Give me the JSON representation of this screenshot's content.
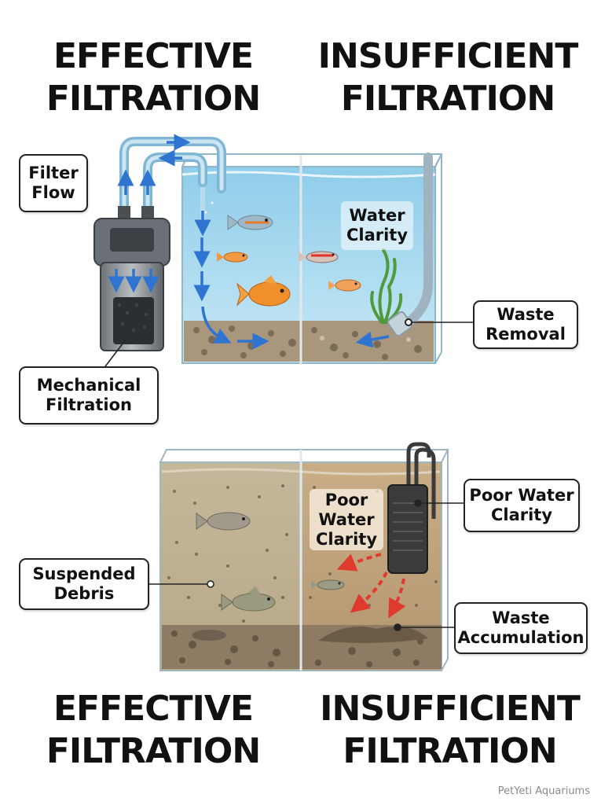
{
  "headings": {
    "top_left": [
      "EFFECTIVE",
      "FILTRATION"
    ],
    "top_right": [
      "INSUFFICIENT",
      "FILTRATION"
    ],
    "bottom_left": [
      "EFFECTIVE",
      "FILTRATION"
    ],
    "bottom_right": [
      "INSUFFICIENT",
      "FILTRATION"
    ]
  },
  "labels": {
    "filter_flow": [
      "Filter",
      "Flow"
    ],
    "mechanical_filtration": [
      "Mechanical",
      "Filtration"
    ],
    "water_clarity": [
      "Water",
      "Clarity"
    ],
    "waste_removal": [
      "Waste",
      "Removal"
    ],
    "poor_water_clarity_right": [
      "Poor Water",
      "Clarity"
    ],
    "poor_water_clarity_tank": [
      "Poor",
      "Water",
      "Clarity"
    ],
    "suspended_debris": [
      "Suspended",
      "Debris"
    ],
    "waste_accumulation": [
      "Waste",
      "Accumulation"
    ]
  },
  "credit": "PetYeti Aquariums",
  "colors": {
    "clear_water": "#bfe3f3",
    "murky_water": "#c7b596",
    "gravel": "#9a8a74",
    "flow_arrow": "#2f74d0",
    "waste_arrow": "#e03a2f",
    "goldfish": "#f0902a"
  }
}
